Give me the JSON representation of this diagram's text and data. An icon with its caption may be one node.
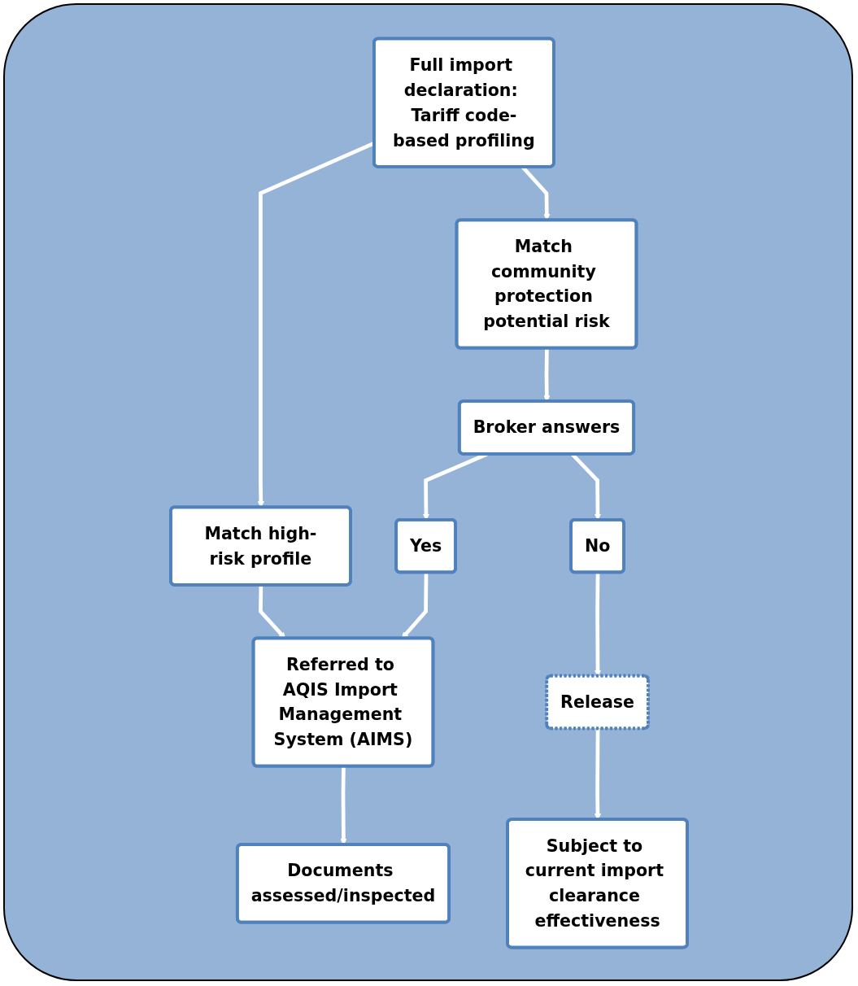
{
  "diagram": {
    "nodes": [
      {
        "text": [
          "Full import declaration: Tariff code-based profiling"
        ]
      },
      {
        "text": [
          "Match high-risk profile"
        ]
      },
      {
        "text": [
          "Match community protection potential risk"
        ]
      },
      {
        "text": [
          "Broker answers"
        ]
      },
      {
        "text": [
          "Yes"
        ]
      },
      {
        "text": [
          "No"
        ]
      },
      {
        "text": [
          "Referred to AQIS Import Management System (AIMS)"
        ]
      },
      {
        "text": [
          "Release"
        ]
      },
      {
        "text": [
          "Documents assessed/inspected"
        ]
      },
      {
        "text": [
          "Subject to current import clearance effectiveness"
        ]
      }
    ],
    "edges": [
      {
        "from": 0,
        "to": 1,
        "arrow": "to"
      },
      {
        "from": 0,
        "to": 2,
        "arrow": "to"
      },
      {
        "from": 1,
        "to": 6,
        "arrow": "to"
      },
      {
        "from": 2,
        "to": 3,
        "arrow": "to"
      },
      {
        "from": 3,
        "to": 4,
        "arrow": "to"
      },
      {
        "from": 3,
        "to": 5,
        "arrow": "to"
      },
      {
        "from": 4,
        "to": 6,
        "arrow": "to"
      },
      {
        "from": 5,
        "to": 7,
        "arrow": "to"
      },
      {
        "from": 6,
        "to": 8,
        "arrow": "to"
      },
      {
        "from": 7,
        "to": 9,
        "arrow": "to"
      }
    ]
  }
}
